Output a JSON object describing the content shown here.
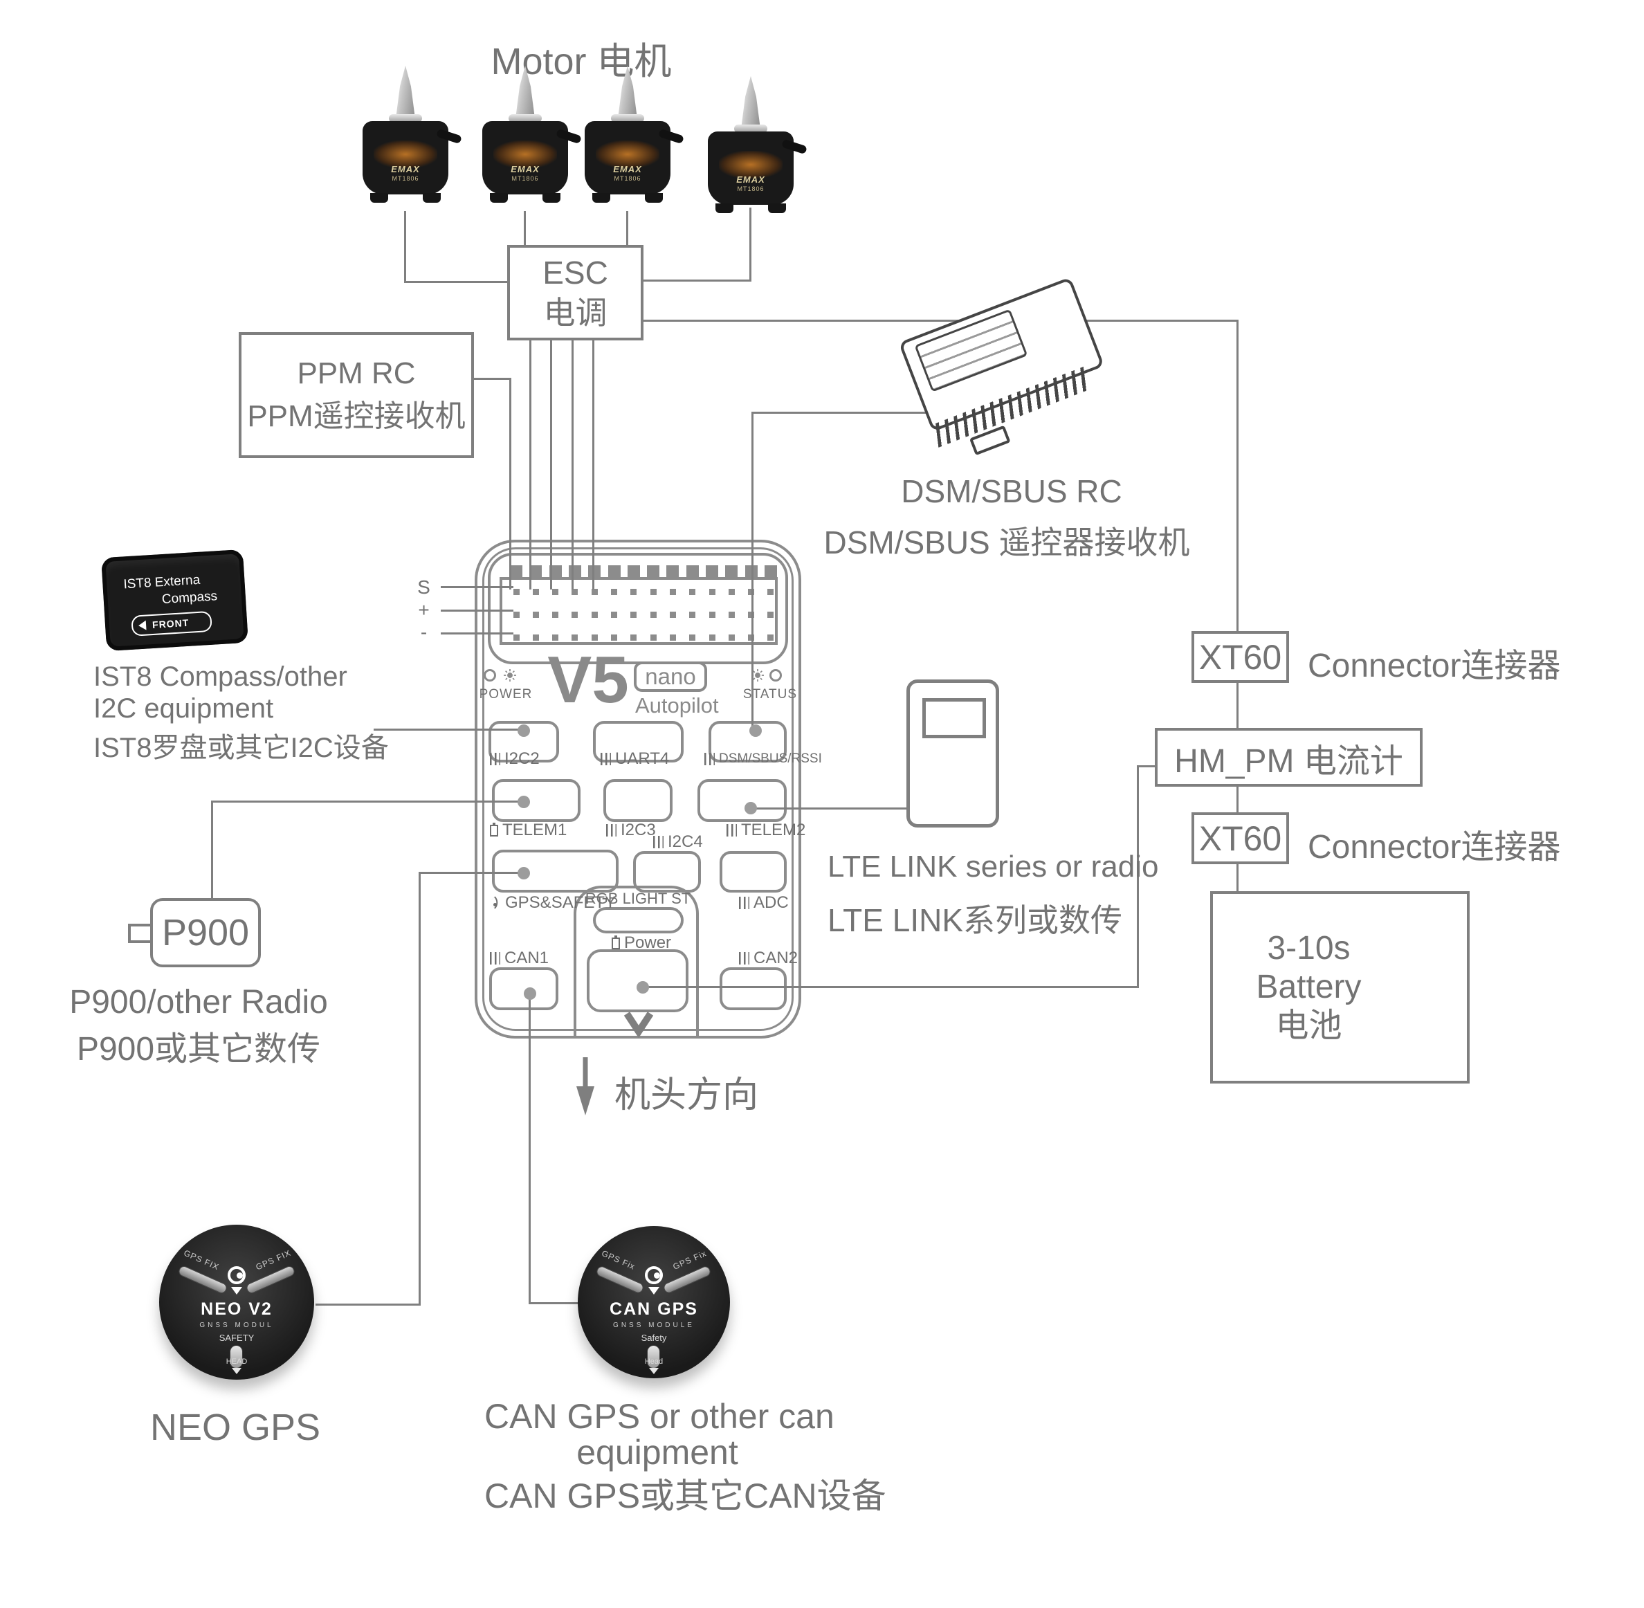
{
  "colors": {
    "line": "#7f7f7f",
    "text": "#737373",
    "board": "#8c8c8c",
    "device_black": "#1b1b1b",
    "accent_bronze": "#c87a26"
  },
  "motor_title": "Motor 电机",
  "motors": {
    "brand": "EMAX",
    "model": "MT1806"
  },
  "esc": {
    "l1": "ESC",
    "l2": "电调"
  },
  "ppm": {
    "l1": "PPM RC",
    "l2": "PPM遥控接收机"
  },
  "dsm": {
    "c1": "DSM/SBUS RC",
    "c2": "DSM/SBUS 遥控器接收机"
  },
  "compass": {
    "d1": "IST8 Externa",
    "d2": "Compass",
    "front": "FRONT",
    "c1": "IST8 Compass/other",
    "c2": "I2C equipment",
    "c3": "IST8罗盘或其它I2C设备"
  },
  "rail": {
    "s": "S",
    "plus": "+",
    "minus": "-"
  },
  "v5": {
    "name": "V5",
    "badge": "nano",
    "sub": "Autopilot",
    "power": "POWER",
    "status": "STATUS",
    "heading": "机头方向"
  },
  "ports": {
    "i2c2": "I2C2",
    "uart4": "UART4",
    "dsm": "DSM/SBUS/RSSI",
    "telem1": "TELEM1",
    "i2c3": "I2C3",
    "telem2": "TELEM2",
    "i2c4": "I2C4",
    "gps": "GPS&SAFETY",
    "adc": "ADC",
    "rgb": "RGB LIGHT ST",
    "power": "Power",
    "can1": "CAN1",
    "can2": "CAN2"
  },
  "xt60a": {
    "box": "XT60",
    "label": "Connector连接器"
  },
  "hmpm": {
    "label": "HM_PM 电流计"
  },
  "xt60b": {
    "box": "XT60",
    "label": "Connector连接器"
  },
  "battery": {
    "l1": "3-10s",
    "l2": "Battery",
    "l3": "电池"
  },
  "lte": {
    "c1": "LTE LINK series or radio",
    "c2": "LTE LINK系列或数传"
  },
  "p900": {
    "box": "P900",
    "c1": "P900/other Radio",
    "c2": "P900或其它数传"
  },
  "neo": {
    "led_left": "GPS FIX",
    "led_right": "GPS FIX",
    "name": "NEO V2",
    "sub": "GNSS MODUL",
    "safety": "SAFETY",
    "head": "HEAD",
    "caption": "NEO GPS"
  },
  "can": {
    "led_left": "GPS Fix",
    "led_right": "GPS Fix",
    "name": "CAN GPS",
    "sub": "GNSS MODULE",
    "safety": "Safety",
    "head": "Head",
    "c1": "CAN GPS or other can",
    "c2": "equipment",
    "c3": "CAN GPS或其它CAN设备"
  }
}
